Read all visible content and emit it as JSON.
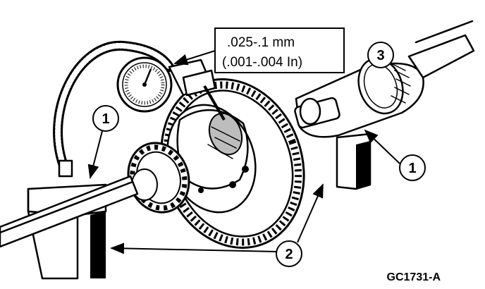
{
  "spec": {
    "line1": ".025-.1 mm",
    "line2": "(.001-.004 In)"
  },
  "callouts": [
    {
      "label": "1"
    },
    {
      "label": "1"
    },
    {
      "label": "2"
    },
    {
      "label": "3"
    }
  ],
  "figure_id": "GC1731-A"
}
